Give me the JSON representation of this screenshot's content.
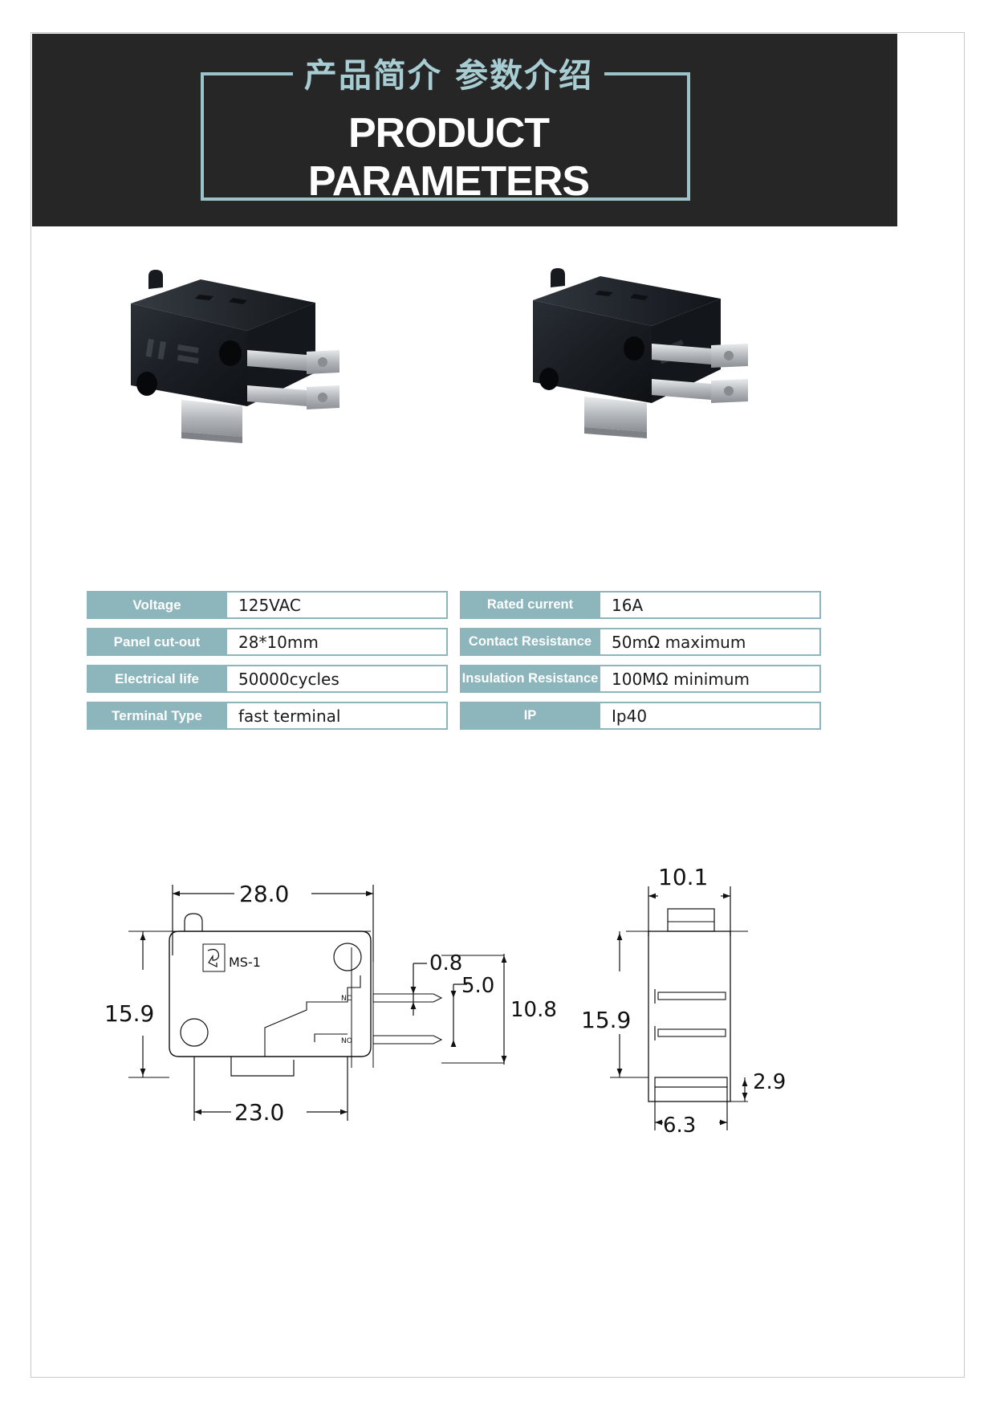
{
  "banner": {
    "chinese_title": "产品简介 参数介绍",
    "english_title": "PRODUCT PARAMETERS",
    "frame_color": "#9cc3ca",
    "background_color": "#262626",
    "chinese_title_color": "#a7cdd3",
    "english_title_color": "#ffffff"
  },
  "photos": {
    "left_alt": "micro-switch-photo-left",
    "right_alt": "micro-switch-photo-right",
    "body_color": "#1d2024",
    "terminal_color": "#b9bcc0"
  },
  "spec_table": {
    "key_bg_color": "#8cb5bc",
    "key_text_color": "#ffffff",
    "value_text_color": "#1a1a1a",
    "left": [
      {
        "key": "Voltage",
        "value": "125VAC"
      },
      {
        "key": "Panel cut-out",
        "value": "28*10mm"
      },
      {
        "key": "Electrical life",
        "value": "50000cycles"
      },
      {
        "key": "Terminal Type",
        "value": "fast terminal"
      }
    ],
    "right": [
      {
        "key": "Rated current",
        "value": "16A"
      },
      {
        "key": "Contact Resistance",
        "value": "50mΩ maximum"
      },
      {
        "key": "Insulation Resistance",
        "value": "100MΩ minimum"
      },
      {
        "key": "IP",
        "value": "Ip40"
      }
    ]
  },
  "drawing": {
    "front_view": {
      "width_dim": "28.0",
      "height_dim": "15.9",
      "bottom_dim": "23.0",
      "terminal_thickness_dim": "0.8",
      "terminal_length_dim": "5.0",
      "terminal_pitch_dim": "10.8",
      "part_marking": "MS-1",
      "terminal_label_nc": "NC",
      "terminal_label_no": "NO"
    },
    "side_view": {
      "width_dim": "10.1",
      "height_dim": "15.9",
      "lever_thickness_dim": "2.9",
      "lever_width_dim": "6.3"
    }
  }
}
